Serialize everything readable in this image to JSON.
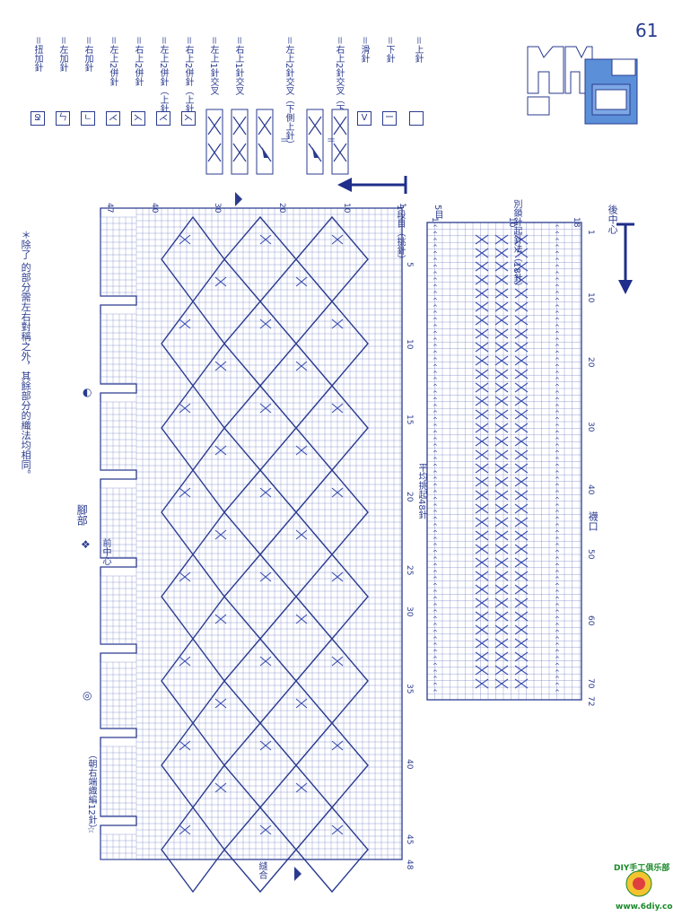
{
  "page_number": "61",
  "legend": {
    "items": [
      {
        "symbol": "Ջ",
        "label": "＝扭加針"
      },
      {
        "symbol": "ㄣ",
        "label": "＝左加針"
      },
      {
        "symbol": "ㄴ",
        "label": "＝右加針"
      },
      {
        "symbol": "⋌",
        "label": "＝左上2併針"
      },
      {
        "symbol": "⋋",
        "label": "＝右上2併針"
      },
      {
        "symbol": "⋌",
        "label": "＝左上2併針（上針）"
      },
      {
        "symbol": "⋋",
        "label": "＝右上2併針（上針）"
      },
      {
        "symbol": "⋌",
        "label": "＝左上1針交叉"
      },
      {
        "symbol": "⋋",
        "label": "＝右上1針交叉"
      },
      {
        "symbol": "✕",
        "label": "＝左上2針交叉（下側上針）"
      },
      {
        "symbol": "✕",
        "label": "＝右上2針交叉（下側上針）"
      },
      {
        "symbol": "V",
        "label": "＝滑針"
      },
      {
        "symbol": "ー",
        "label": "＝下針"
      },
      {
        "symbol": " ",
        "label": "＝上針"
      }
    ],
    "equals": "＝"
  },
  "notes": {
    "general": "＊除了     的部分需左右對稱之外，其餘部分的織法均相同。",
    "foot_part": "腳部",
    "front_center": "前中心",
    "left_side_start": "（朝右端織編12針）",
    "ok_star": "☆",
    "stitch_row1": "1段目（挑針）",
    "pick_up": "平均挑起48針",
    "start_cast": "別鎖針起針法（18針）",
    "back_center": "後中心",
    "cuff": "襪口",
    "end_row": "縫合",
    "five_ref": "5目"
  },
  "main_chart": {
    "column_numbers": [
      "47",
      "40",
      "30",
      "20",
      "10",
      "1"
    ],
    "row_numbers": [
      "5",
      "10",
      "15",
      "20",
      "25",
      "30",
      "35",
      "40",
      "45",
      "48"
    ],
    "markers": [
      "◐",
      "❖",
      "◎",
      "▲",
      "▲"
    ]
  },
  "cuff_chart": {
    "column_numbers": [
      "18",
      "10",
      "1"
    ],
    "row_numbers": [
      "1",
      "10",
      "20",
      "30",
      "40",
      "50",
      "60",
      "70",
      "72"
    ],
    "top_label_row": "1段"
  },
  "watermark": {
    "brand": "DIY手工俱乐部",
    "url": "www.6diy.com"
  },
  "colors": {
    "ink": "#2a3b8f",
    "grid": "#6a78c0",
    "watermark": "#1a8a2a"
  }
}
